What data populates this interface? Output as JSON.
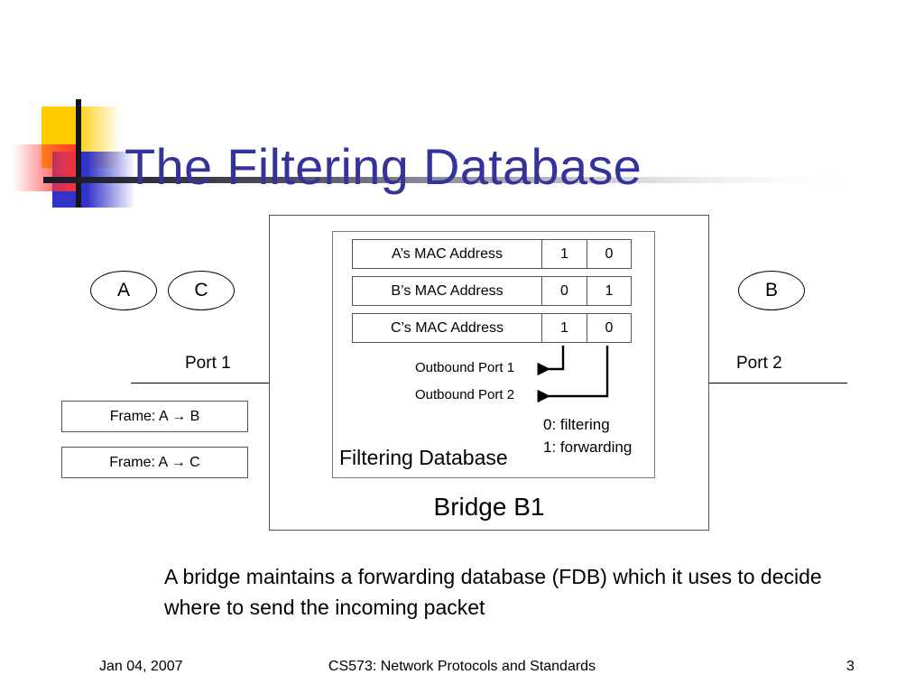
{
  "slide": {
    "title": "The Filtering Database",
    "title_color": "#333399",
    "body_text": "A bridge maintains a forwarding database (FDB) which it uses to decide where to send the incoming packet"
  },
  "diagram": {
    "bridge_label": "Bridge B1",
    "fdb_caption": "Filtering Database",
    "nodes": [
      {
        "label": "A"
      },
      {
        "label": "C"
      },
      {
        "label": "B"
      }
    ],
    "ports": [
      {
        "label": "Port 1"
      },
      {
        "label": "Port 2"
      }
    ],
    "frames": [
      {
        "label": "Frame: A → B"
      },
      {
        "label": "Frame: A → C"
      }
    ],
    "table": {
      "rows": [
        {
          "mac": "A’s MAC Address",
          "port1": "1",
          "port2": "0"
        },
        {
          "mac": "B’s MAC Address",
          "port1": "0",
          "port2": "1"
        },
        {
          "mac": "C’s MAC Address",
          "port1": "1",
          "port2": "0"
        }
      ]
    },
    "annotations": {
      "outbound_port_1": "Outbound Port 1",
      "outbound_port_2": "Outbound Port 2",
      "legend_line_1": "0: filtering",
      "legend_line_2": "1: forwarding"
    }
  },
  "footer": {
    "date": "Jan 04, 2007",
    "course": "CS573: Network Protocols and Standards",
    "page": "3"
  }
}
